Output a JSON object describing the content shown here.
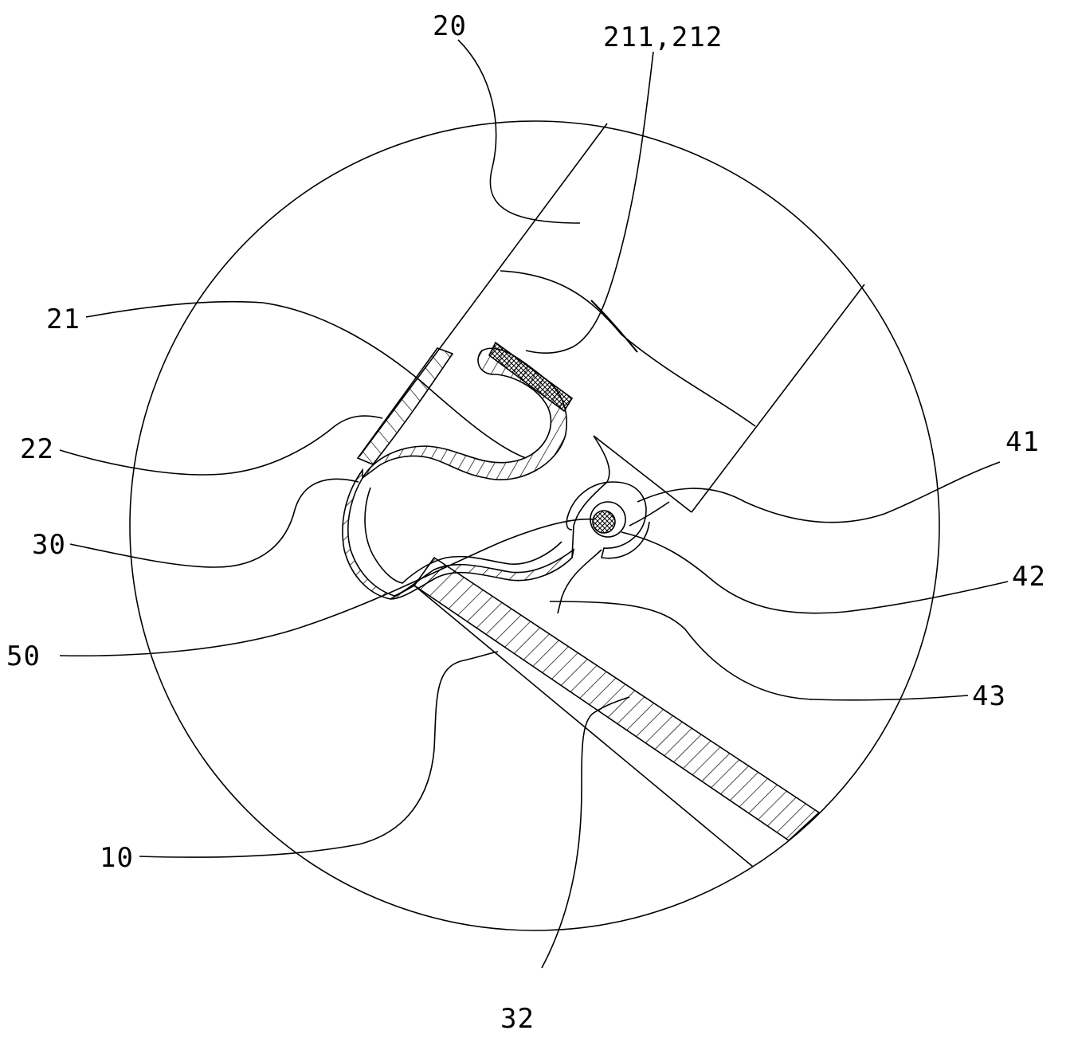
{
  "labels": {
    "l20": "20",
    "l211_212": "211,212",
    "l21": "21",
    "l22": "22",
    "l30": "30",
    "l50": "50",
    "l10": "10",
    "l41": "41",
    "l42": "42",
    "l43": "43",
    "l32": "32"
  }
}
